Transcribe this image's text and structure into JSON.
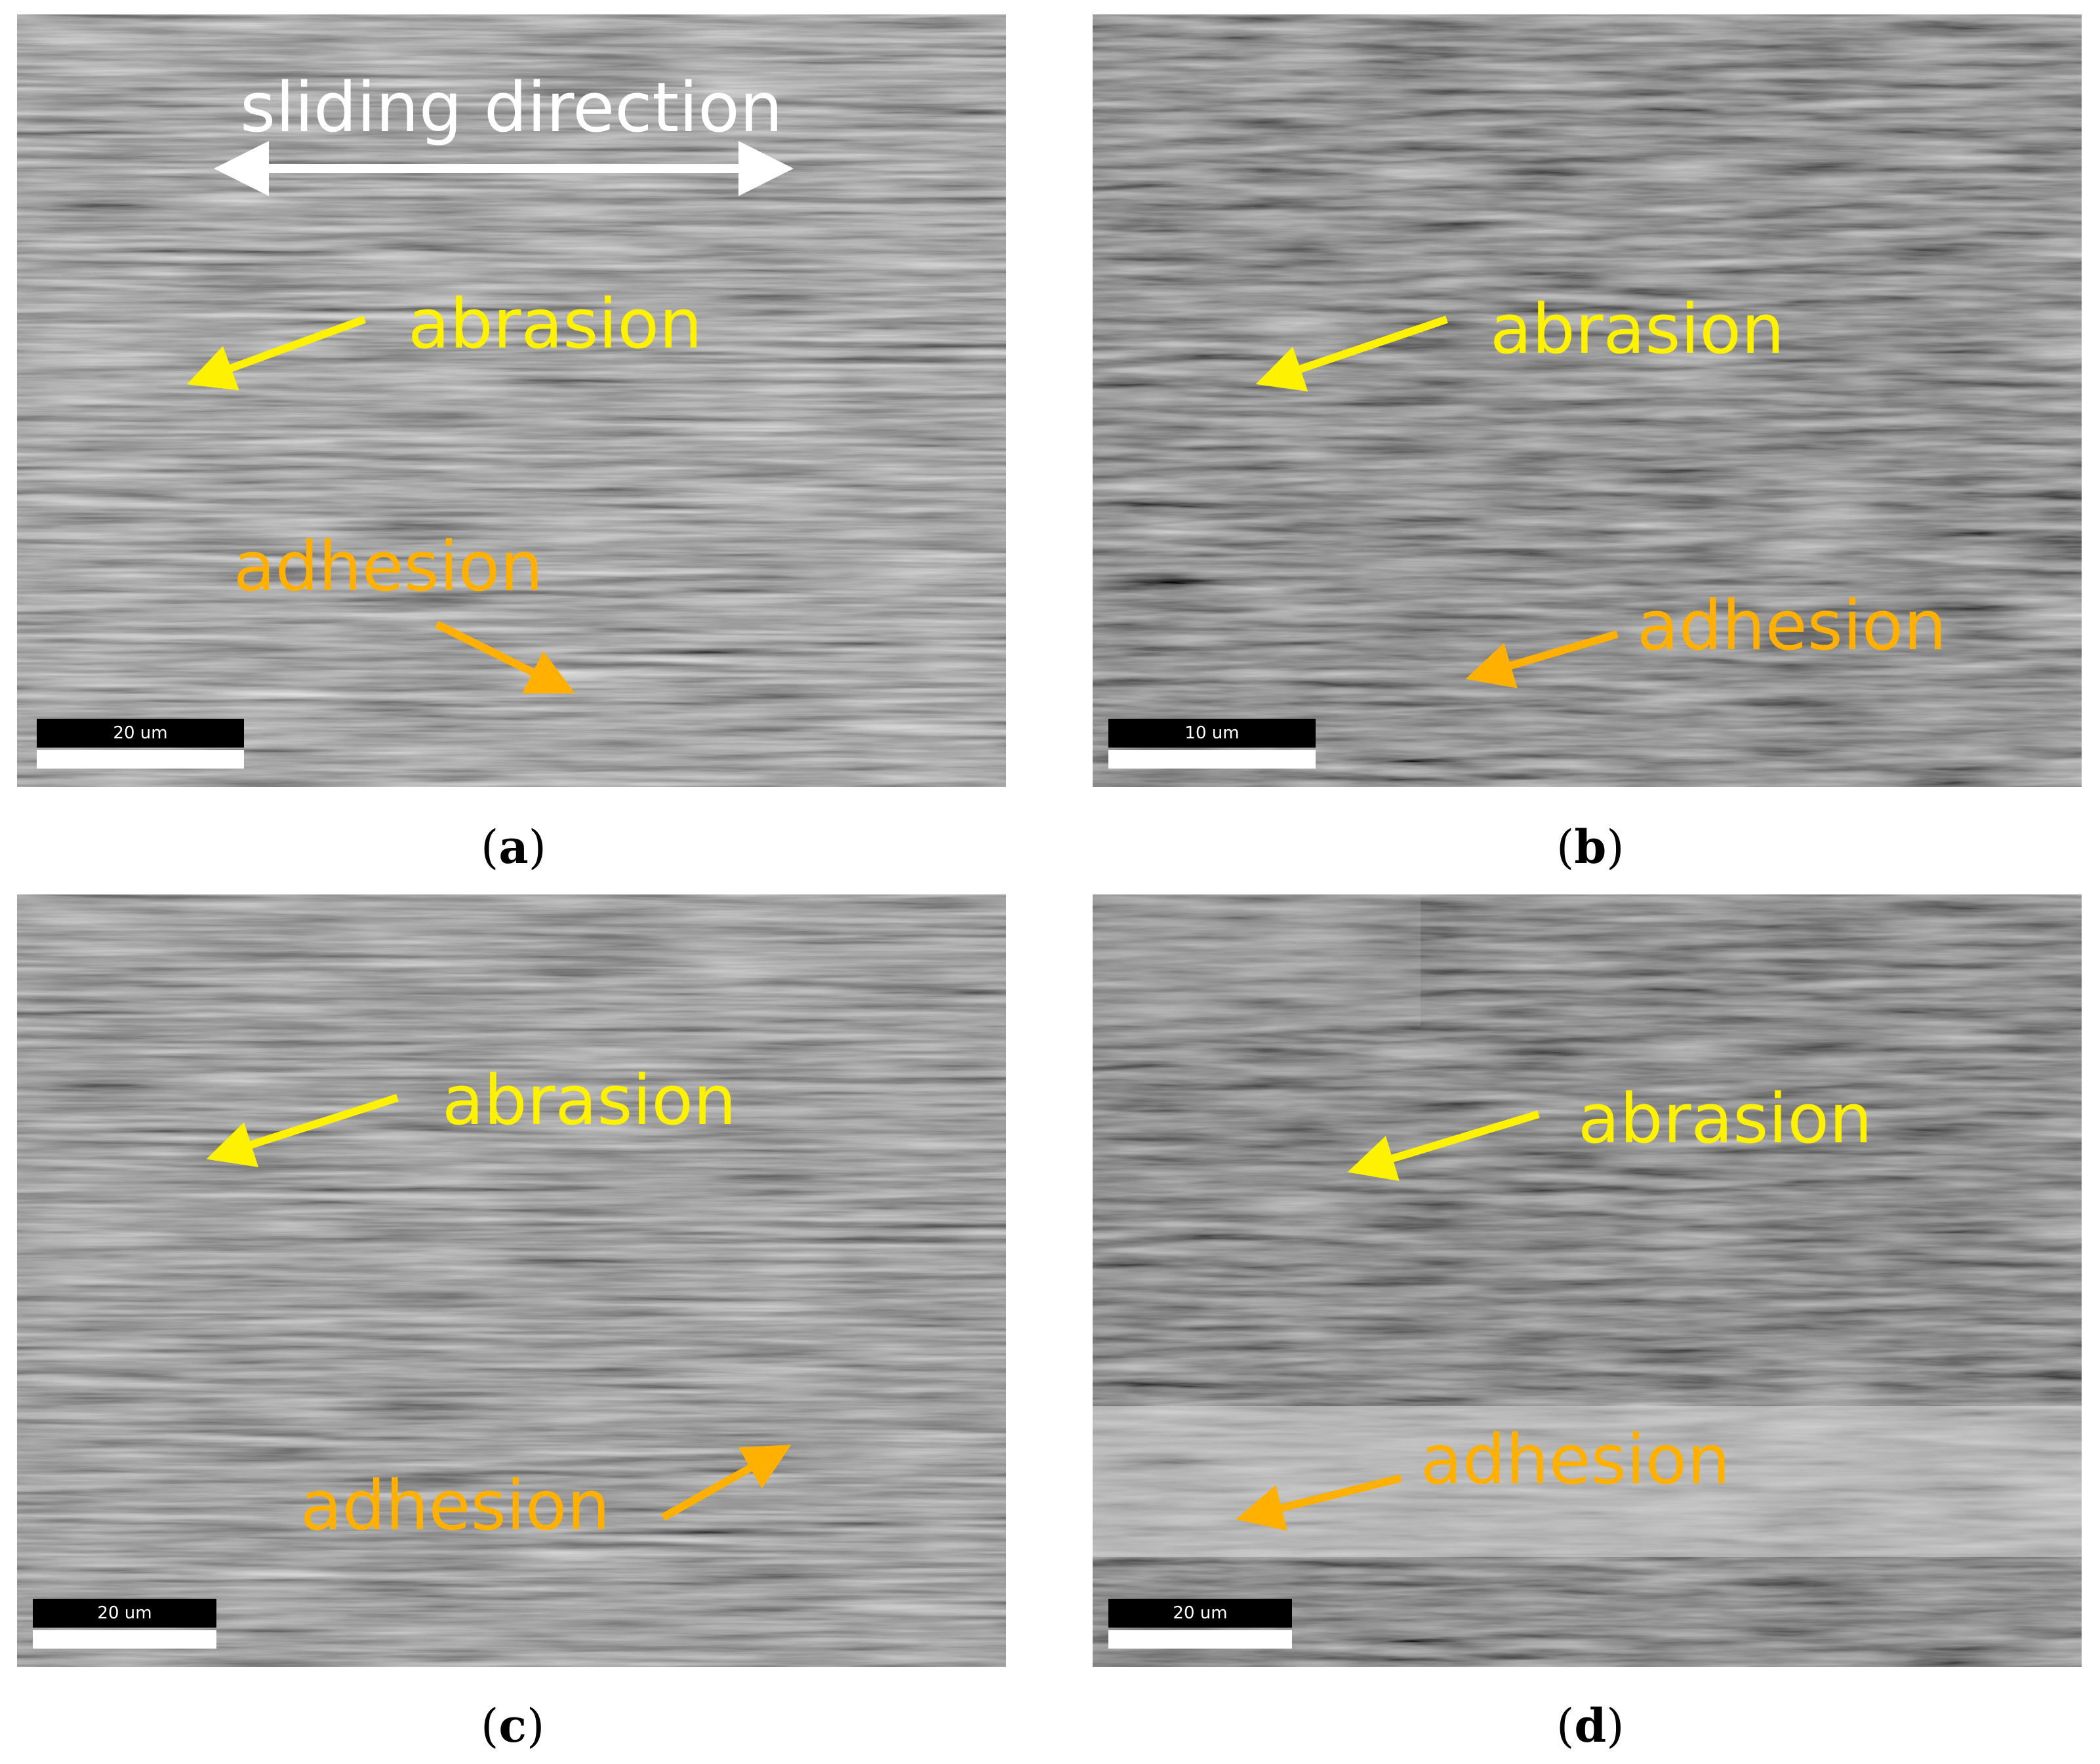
{
  "panels": [
    {
      "id": "a",
      "caption_letter": "a",
      "sliding_label": "sliding direction",
      "abrasion_label": "abrasion",
      "adhesion_label": "adhesion",
      "scale_label": "20 um"
    },
    {
      "id": "b",
      "caption_letter": "b",
      "abrasion_label": "abrasion",
      "adhesion_label": "adhesion",
      "scale_label": "10 um"
    },
    {
      "id": "c",
      "caption_letter": "c",
      "abrasion_label": "abrasion",
      "adhesion_label": "adhesion",
      "scale_label": "20 um"
    },
    {
      "id": "d",
      "caption_letter": "d",
      "abrasion_label": "abrasion",
      "adhesion_label": "adhesion",
      "scale_label": "20 um"
    }
  ],
  "colors": {
    "abrasion": "#fff200",
    "adhesion": "#ffb000",
    "sliding": "#ffffff"
  }
}
